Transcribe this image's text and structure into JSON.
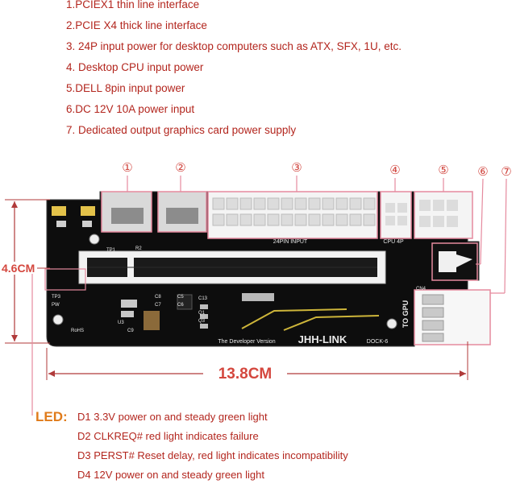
{
  "features": [
    "1.PCIEX1 thin line interface",
    "2.PCIE X4 thick line  interface",
    "3. 24P input power for desktop computers such as ATX, SFX, 1U, etc.",
    "4. Desktop CPU input power",
    "5.DELL 8pin input power",
    "6.DC 12V 10A power input",
    "7. Dedicated output graphics card power supply"
  ],
  "markers": [
    "①",
    "②",
    "③",
    "④",
    "⑤",
    "⑥",
    "⑦"
  ],
  "dimensions": {
    "height": "4.6CM",
    "width": "13.8CM"
  },
  "board_labels": {
    "power_24pin": "24PIN INPUT",
    "cpu_4p": "CPU 4P",
    "to_gpu": "TO GPU",
    "brand": "JHH-LINK",
    "model": "DOCK-6",
    "version": "The Developer Version",
    "rohs": "RoHS",
    "tp1": "TP1",
    "r2": "R2",
    "c13": "C13",
    "tp3": "TP3",
    "pw": "PW",
    "cn4": "CN4",
    "u3": "U3",
    "c9": "C9",
    "q1": "Q1",
    "q3": "Q3",
    "c5": "C5",
    "c6": "C6",
    "c7": "C7",
    "c8": "C8"
  },
  "led": {
    "title": "LED:",
    "items": [
      "D1 3.3V power on and steady green light",
      "D2 CLKREQ# red light indicates failure",
      "D3 PERST# Reset delay, red light indicates incompatibility",
      "D4 12V power on and steady green light"
    ]
  },
  "colors": {
    "annotation": "#b3261e",
    "pink_box": "#e58a9e",
    "led_title": "#e07b1a",
    "pcb": "#0d0d0d"
  }
}
